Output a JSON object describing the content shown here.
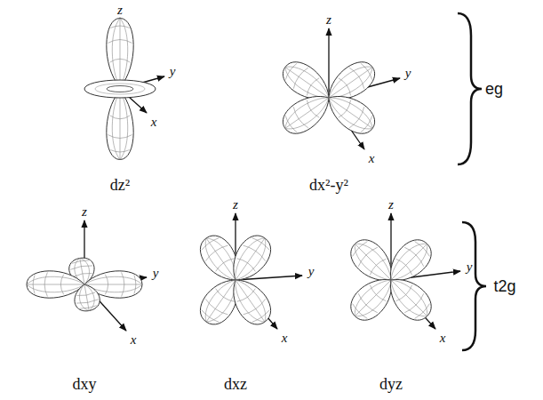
{
  "diagram": {
    "labels": [
      "z",
      "y",
      "x",
      "dz²",
      "z",
      "y",
      "x",
      "dx²-y²",
      "eg",
      "z",
      "y",
      "x",
      "dxy",
      "z",
      "y",
      "x",
      "dxz",
      "z",
      "y",
      "x",
      "dyz",
      "t2g"
    ]
  }
}
